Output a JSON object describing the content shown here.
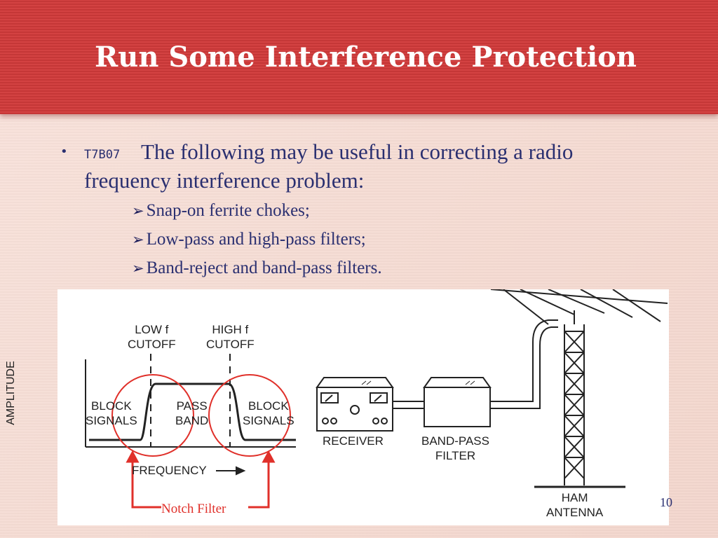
{
  "slide": {
    "title": "Run Some Interference Protection",
    "bullet": {
      "code": "T7B07",
      "text_line1": "The following may be useful in correcting a radio",
      "text_line2": "frequency interference problem:",
      "items": [
        "Snap-on ferrite chokes;",
        "Low-pass and high-pass filters;",
        "Band-reject and band-pass filters."
      ]
    },
    "diagram": {
      "low_cutoff": [
        "LOW f",
        "CUTOFF"
      ],
      "high_cutoff": [
        "HIGH f",
        "CUTOFF"
      ],
      "amplitude": "AMPLITUDE",
      "block_left": [
        "BLOCK",
        "SIGNALS"
      ],
      "pass_band": [
        "PASS",
        "BAND"
      ],
      "block_right": [
        "BLOCK",
        "SIGNALS"
      ],
      "frequency": "FREQUENCY",
      "receiver": "RECEIVER",
      "band_pass_filter": [
        "BAND-PASS",
        "FILTER"
      ],
      "ham_antenna": [
        "HAM",
        "ANTENNA"
      ],
      "notch_filter": "Notch Filter"
    },
    "page_number": "10",
    "colors": {
      "header": "#d13a3a",
      "text": "#2a2f70",
      "annotation_red": "#e0302a"
    }
  }
}
